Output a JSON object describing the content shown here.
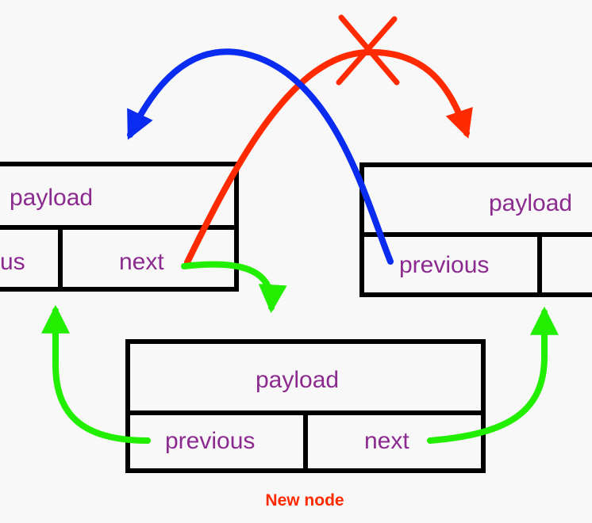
{
  "colors": {
    "background": "#f8f8f8",
    "box_stroke": "#000000",
    "label_text": "#8b2a8f",
    "removed_link": "#ff2a00",
    "replaced_link": "#0a2cf0",
    "new_link": "#22ee00",
    "caption": "#ff2a00"
  },
  "left_node": {
    "payload_label": "payload",
    "previous_label": "us",
    "next_label": "next"
  },
  "right_node": {
    "payload_label": "payload",
    "previous_label": "previous"
  },
  "new_node": {
    "payload_label": "payload",
    "previous_label": "previous",
    "next_label": "next",
    "caption": "New node"
  },
  "icons": {
    "removed_link_mark": "cross-mark-icon"
  }
}
